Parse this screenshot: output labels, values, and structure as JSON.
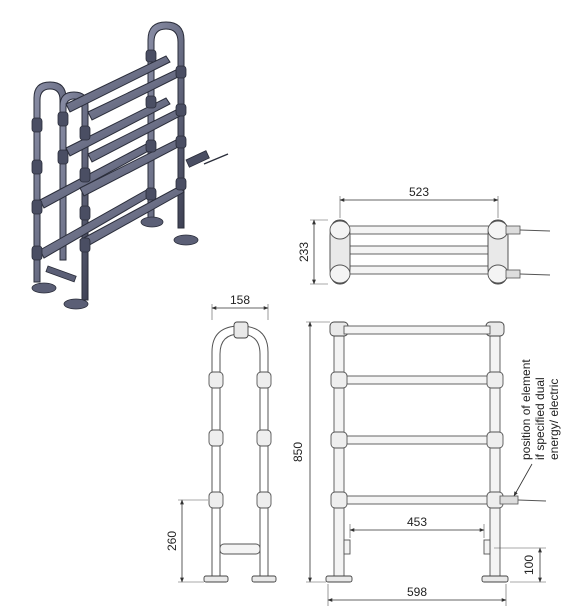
{
  "dimensions": {
    "top_width": "523",
    "top_depth": "233",
    "side_depth": "158",
    "side_bottom_height": "260",
    "overall_height": "850",
    "element_spacing": "453",
    "foot_height": "100",
    "overall_width": "598"
  },
  "note": {
    "line1": "position of element",
    "line2": "if specified dual",
    "line3": "energy/ electric"
  },
  "colors": {
    "pipe": "#6b6f86",
    "pipe_dark": "#3c3f52",
    "outline": "#555555"
  }
}
